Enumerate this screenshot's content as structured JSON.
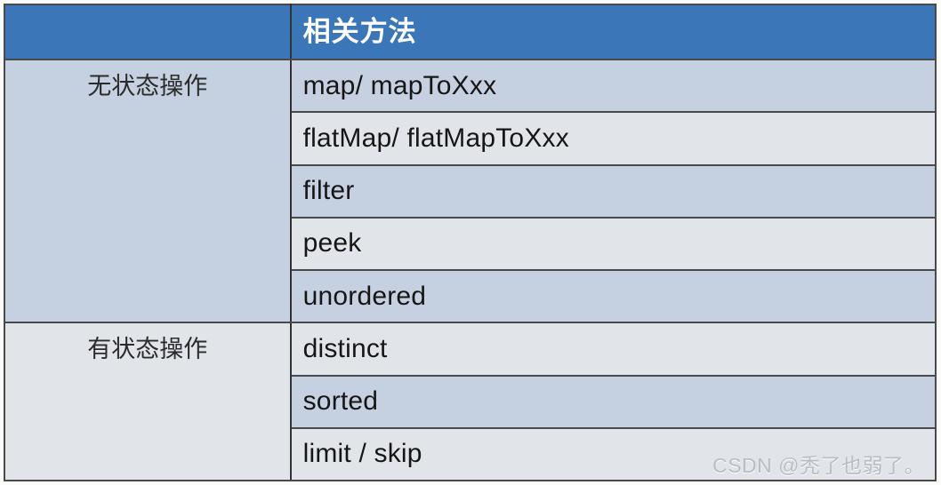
{
  "table": {
    "columns": [
      {
        "key": "group",
        "header": ""
      },
      {
        "key": "method",
        "header": "相关方法"
      }
    ],
    "groups": [
      {
        "label": "无状态操作",
        "tone": "dark",
        "rows": [
          {
            "method": "map/ mapToXxx",
            "tone": "dark"
          },
          {
            "method": "flatMap/ flatMapToXxx",
            "tone": "light"
          },
          {
            "method": "filter",
            "tone": "dark"
          },
          {
            "method": "peek",
            "tone": "light"
          },
          {
            "method": "unordered",
            "tone": "dark"
          }
        ]
      },
      {
        "label": "有状态操作",
        "tone": "light",
        "rows": [
          {
            "method": "distinct",
            "tone": "light"
          },
          {
            "method": "sorted",
            "tone": "dark"
          },
          {
            "method": "limit / skip",
            "tone": "light"
          }
        ]
      }
    ]
  },
  "watermark": {
    "text": "CSDN @秃了也弱了。"
  },
  "colors": {
    "header_blue": "#3b77b8",
    "band_dark": "#c5d0e1",
    "band_light": "#e1e5ea",
    "border": "#4a4a4a",
    "header_text": "#ffffff",
    "body_text": "#161616",
    "watermark_text": "#b9bec4"
  }
}
